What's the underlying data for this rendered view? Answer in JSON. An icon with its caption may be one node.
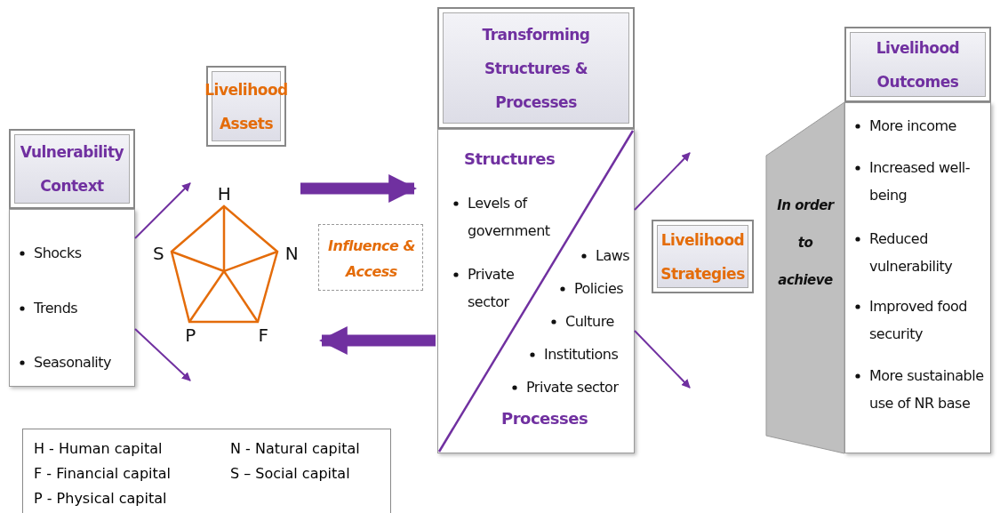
{
  "diagram": {
    "nodes": [
      {
        "text": [
          "Vulnerability Context",
          "Shocks",
          "Trends",
          "Seasonality"
        ]
      },
      {
        "text": [
          "Livelihood Assets"
        ]
      },
      {
        "text": [
          "H",
          "S",
          "N",
          "P",
          "F"
        ]
      },
      {
        "text": [
          "Influence & Access"
        ]
      },
      {
        "text": [
          "Transforming Structures & Processes",
          "Structures",
          "Levels of government",
          "Private sector",
          "Laws",
          "Policies",
          "Culture",
          "Institutions",
          "Private sector",
          "Processes"
        ]
      },
      {
        "text": [
          "Livelihood Strategies"
        ]
      },
      {
        "text": [
          "Livelihood Outcomes",
          "More income",
          "Increased well-being",
          "Reduced vulnerability",
          "Improved food security",
          "More sustainable use of NR base"
        ]
      },
      {
        "text": [
          "In order to achieve"
        ]
      }
    ],
    "edges": [
      {
        "from": 0,
        "to": 2,
        "arrow": "to"
      },
      {
        "from": 0,
        "to": 2,
        "arrow": "to"
      },
      {
        "from": 2,
        "to": 4,
        "arrow": "to",
        "style": "thick"
      },
      {
        "from": 4,
        "to": 2,
        "arrow": "to",
        "style": "thick"
      },
      {
        "from": 4,
        "to": null,
        "arrow": "to"
      },
      {
        "from": 4,
        "to": null,
        "arrow": "to"
      }
    ],
    "labels": [
      "H - Human capital",
      "N - Natural capital",
      "F - Financial capital",
      "S – Social capital",
      "P - Physical capital"
    ]
  }
}
